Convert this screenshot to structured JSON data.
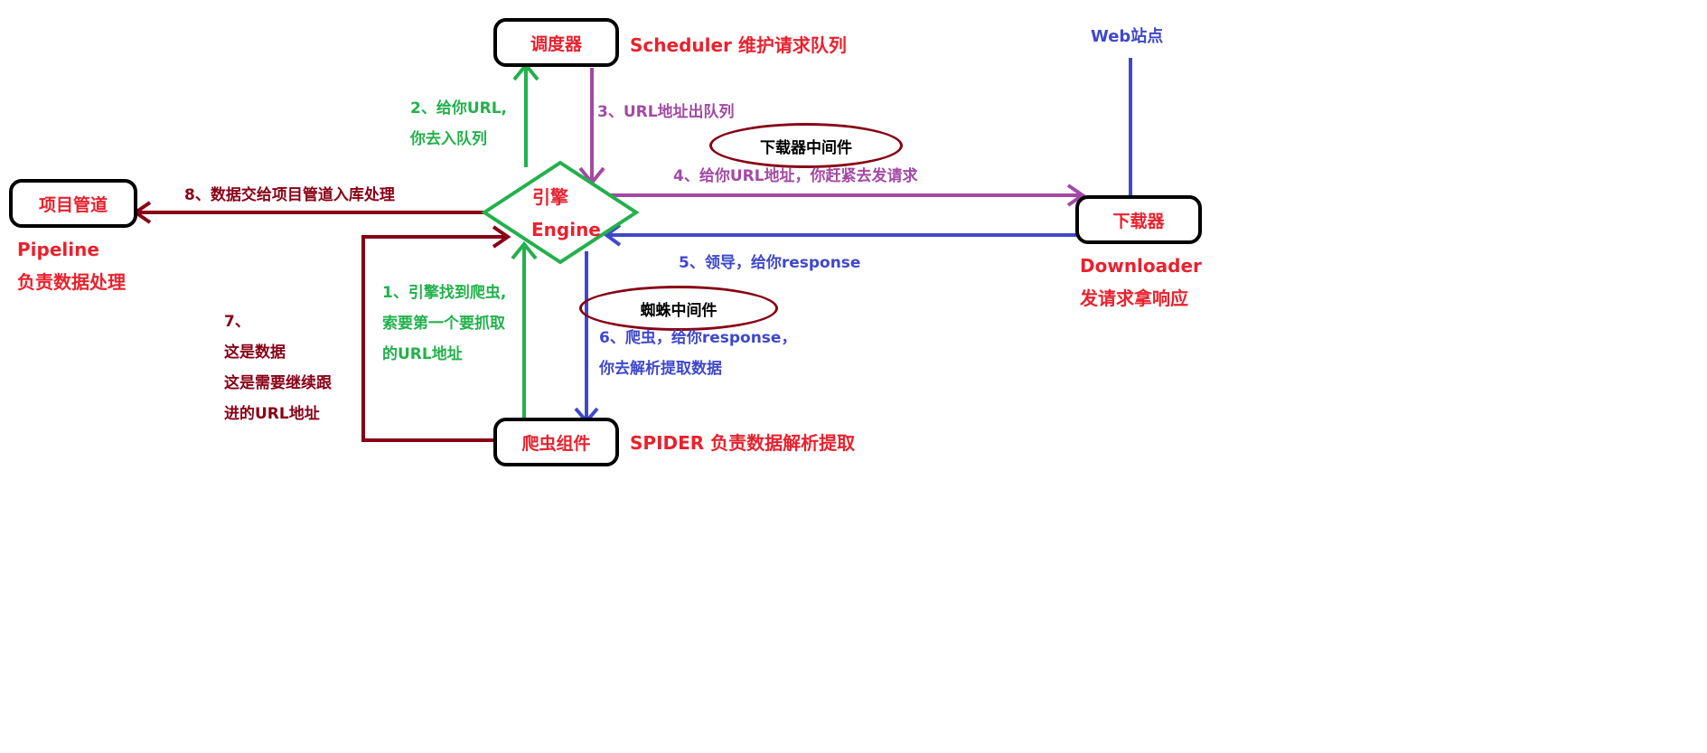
{
  "colors": {
    "red": "#e8222e",
    "green": "#22b14c",
    "purple": "#a349a4",
    "blue": "#3f48cc",
    "dark_red": "#880015",
    "black": "#000000"
  },
  "nodes": {
    "scheduler": {
      "label": "调度器",
      "desc": "Scheduler 维护请求队列"
    },
    "engine": {
      "label_line1": "引擎",
      "label_line2": "Engine"
    },
    "pipeline": {
      "label": "项目管道",
      "desc_line1": "Pipeline",
      "desc_line2": "负责数据处理"
    },
    "downloader": {
      "label": "下载器",
      "desc_line1": "Downloader",
      "desc_line2": "发请求拿响应"
    },
    "spider": {
      "label": "爬虫组件",
      "desc": "SPIDER 负责数据解析提取"
    },
    "website": {
      "label": "Web站点"
    }
  },
  "middlewares": {
    "downloader_mw": "下载器中间件",
    "spider_mw": "蜘蛛中间件"
  },
  "steps": {
    "s1": {
      "line1": "1、引擎找到爬虫,",
      "line2": "索要第一个要抓取",
      "line3": "的URL地址"
    },
    "s2": {
      "line1": "2、给你URL,",
      "line2": "你去入队列"
    },
    "s3": {
      "text": "3、URL地址出队列"
    },
    "s4": {
      "text": "4、给你URL地址，你赶紧去发请求"
    },
    "s5": {
      "text": "5、领导，给你response"
    },
    "s6": {
      "line1": "6、爬虫，给你response，",
      "line2": "你去解析提取数据"
    },
    "s7": {
      "line1": "7、",
      "line2": "这是数据",
      "line3": "这是需要继续跟",
      "line4": "进的URL地址"
    },
    "s8": {
      "text": "8、数据交给项目管道入库处理"
    }
  }
}
